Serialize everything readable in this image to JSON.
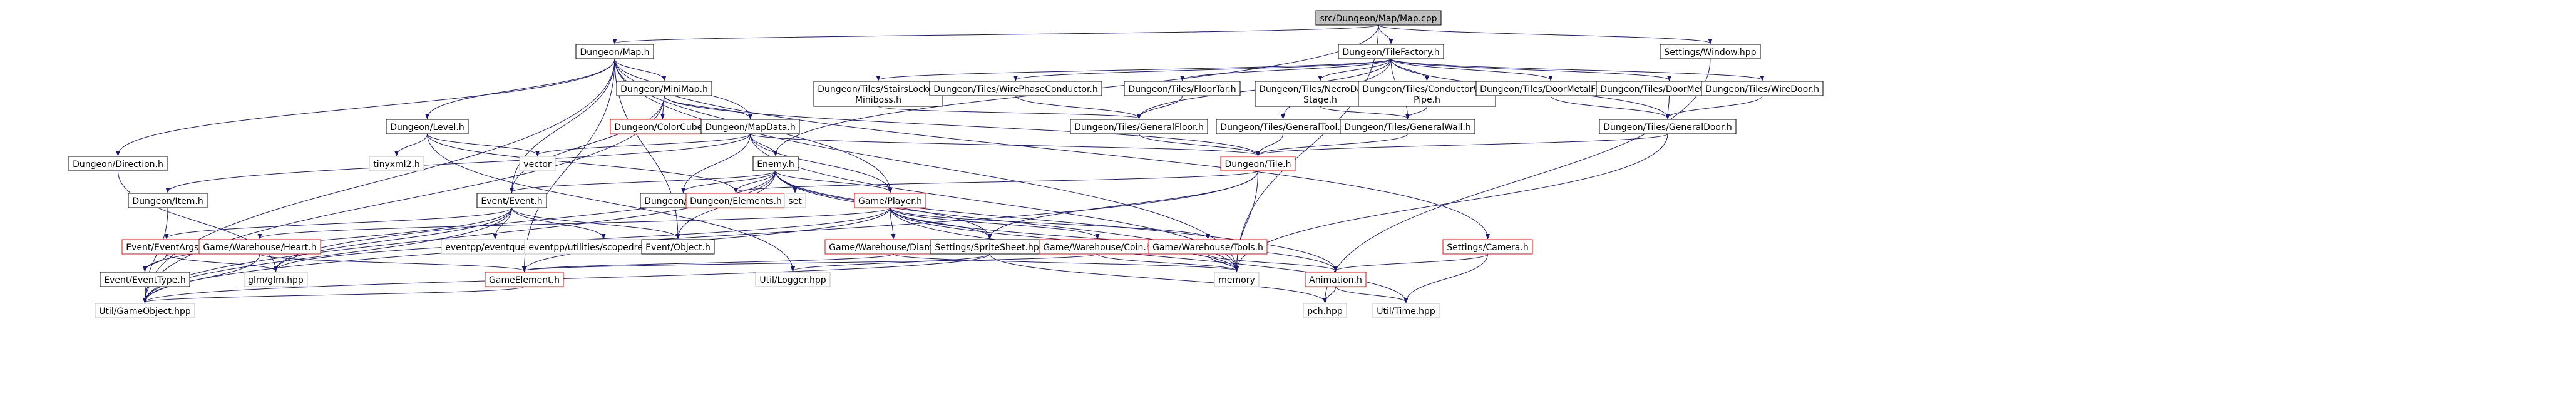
{
  "nodes": [
    {
      "id": "root",
      "label": "src/Dungeon/Map/Map.cpp",
      "style": "root"
    },
    {
      "id": "map_h",
      "label": "Dungeon/Map.h",
      "style": "link"
    },
    {
      "id": "tilefactory",
      "label": "Dungeon/TileFactory.h",
      "style": "link"
    },
    {
      "id": "window",
      "label": "Settings/Window.hpp",
      "style": "link"
    },
    {
      "id": "stairs",
      "label": [
        "Dungeon/Tiles/StairsLocked",
        "Miniboss.h"
      ],
      "style": "link"
    },
    {
      "id": "wirephase",
      "label": "Dungeon/Tiles/WirePhaseConductor.h",
      "style": "link"
    },
    {
      "id": "floortar",
      "label": "Dungeon/Tiles/FloorTar.h",
      "style": "link"
    },
    {
      "id": "necro",
      "label": [
        "Dungeon/Tiles/NecroDancer",
        "Stage.h"
      ],
      "style": "link"
    },
    {
      "id": "condwall",
      "label": [
        "Dungeon/Tiles/ConductorWall",
        "Pipe.h"
      ],
      "style": "link"
    },
    {
      "id": "doorfront",
      "label": "Dungeon/Tiles/DoorMetalFront.h",
      "style": "link"
    },
    {
      "id": "doorside",
      "label": "Dungeon/Tiles/DoorMetalSide.h",
      "style": "link"
    },
    {
      "id": "wiredoor",
      "label": "Dungeon/Tiles/WireDoor.h",
      "style": "link"
    },
    {
      "id": "minimap",
      "label": "Dungeon/MiniMap.h",
      "style": "link"
    },
    {
      "id": "level",
      "label": "Dungeon/Level.h",
      "style": "link"
    },
    {
      "id": "colorcube",
      "label": "Dungeon/ColorCube.h",
      "style": "red"
    },
    {
      "id": "mapdata",
      "label": "Dungeon/MapData.h",
      "style": "link"
    },
    {
      "id": "genfloor",
      "label": "Dungeon/Tiles/GeneralFloor.h",
      "style": "link"
    },
    {
      "id": "gentool",
      "label": "Dungeon/Tiles/GeneralTool.h",
      "style": "link"
    },
    {
      "id": "genwall",
      "label": "Dungeon/Tiles/GeneralWall.h",
      "style": "link"
    },
    {
      "id": "gendoor",
      "label": "Dungeon/Tiles/GeneralDoor.h",
      "style": "link"
    },
    {
      "id": "direction",
      "label": "Dungeon/Direction.h",
      "style": "link"
    },
    {
      "id": "tinyxml",
      "label": "tinyxml2.h",
      "style": "gray"
    },
    {
      "id": "vector",
      "label": "vector",
      "style": "gray"
    },
    {
      "id": "enemy",
      "label": "Enemy.h",
      "style": "link"
    },
    {
      "id": "tile",
      "label": "Dungeon/Tile.h",
      "style": "red"
    },
    {
      "id": "item",
      "label": "Dungeon/Item.h",
      "style": "link"
    },
    {
      "id": "event",
      "label": "Event/Event.h",
      "style": "link"
    },
    {
      "id": "emfed",
      "label": "Dungeon/EMfed.h",
      "style": "link"
    },
    {
      "id": "elements",
      "label": "Dungeon/Elements.h",
      "style": "red"
    },
    {
      "id": "set",
      "label": "set",
      "style": "gray"
    },
    {
      "id": "player",
      "label": "Game/Player.h",
      "style": "red"
    },
    {
      "id": "eventargs",
      "label": "Event/EventArgs.h",
      "style": "red"
    },
    {
      "id": "eventqueue",
      "label": "eventpp/eventqueue.h",
      "style": "gray"
    },
    {
      "id": "scopedremover",
      "label": "eventpp/utilities/scopedremover.h",
      "style": "gray"
    },
    {
      "id": "object",
      "label": "Event/Object.h",
      "style": "link"
    },
    {
      "id": "heart",
      "label": "Game/Warehouse/Heart.h",
      "style": "red"
    },
    {
      "id": "diamond",
      "label": "Game/Warehouse/Diamond.h",
      "style": "red"
    },
    {
      "id": "spritesheet",
      "label": "Settings/SpriteSheet.hpp",
      "style": "link"
    },
    {
      "id": "coin",
      "label": "Game/Warehouse/Coin.h",
      "style": "red"
    },
    {
      "id": "tools",
      "label": "Game/Warehouse/Tools.h",
      "style": "red"
    },
    {
      "id": "camera",
      "label": "Settings/Camera.h",
      "style": "red"
    },
    {
      "id": "eventtype",
      "label": "Event/EventType.h",
      "style": "link"
    },
    {
      "id": "glm",
      "label": "glm/glm.hpp",
      "style": "gray"
    },
    {
      "id": "logger",
      "label": "Util/Logger.hpp",
      "style": "gray"
    },
    {
      "id": "gameelement",
      "label": "GameElement.h",
      "style": "red"
    },
    {
      "id": "memory",
      "label": "memory",
      "style": "gray"
    },
    {
      "id": "animation",
      "label": "Animation.h",
      "style": "red"
    },
    {
      "id": "gameobject",
      "label": "Util/GameObject.hpp",
      "style": "gray"
    },
    {
      "id": "pch",
      "label": "pch.hpp",
      "style": "gray"
    },
    {
      "id": "time",
      "label": "Util/Time.hpp",
      "style": "gray"
    }
  ],
  "edges": [
    [
      "root",
      "map_h"
    ],
    [
      "root",
      "tilefactory"
    ],
    [
      "root",
      "window"
    ],
    [
      "root",
      "enemy"
    ],
    [
      "root",
      "memory"
    ],
    [
      "map_h",
      "minimap"
    ],
    [
      "map_h",
      "level"
    ],
    [
      "map_h",
      "mapdata"
    ],
    [
      "map_h",
      "direction"
    ],
    [
      "map_h",
      "event"
    ],
    [
      "map_h",
      "player"
    ],
    [
      "map_h",
      "object"
    ],
    [
      "map_h",
      "gameelement"
    ],
    [
      "map_h",
      "gameobject"
    ],
    [
      "map_h",
      "memory"
    ],
    [
      "map_h",
      "camera"
    ],
    [
      "tilefactory",
      "stairs"
    ],
    [
      "tilefactory",
      "wirephase"
    ],
    [
      "tilefactory",
      "floortar"
    ],
    [
      "tilefactory",
      "necro"
    ],
    [
      "tilefactory",
      "condwall"
    ],
    [
      "tilefactory",
      "doorfront"
    ],
    [
      "tilefactory",
      "doorside"
    ],
    [
      "tilefactory",
      "wiredoor"
    ],
    [
      "tilefactory",
      "genfloor"
    ],
    [
      "tilefactory",
      "gentool"
    ],
    [
      "tilefactory",
      "genwall"
    ],
    [
      "tilefactory",
      "gendoor"
    ],
    [
      "window",
      "pch"
    ],
    [
      "stairs",
      "genfloor"
    ],
    [
      "wirephase",
      "genfloor"
    ],
    [
      "floortar",
      "genfloor"
    ],
    [
      "necro",
      "genwall"
    ],
    [
      "condwall",
      "genwall"
    ],
    [
      "doorfront",
      "gendoor"
    ],
    [
      "doorside",
      "gendoor"
    ],
    [
      "wiredoor",
      "gendoor"
    ],
    [
      "genfloor",
      "tile"
    ],
    [
      "gentool",
      "tile"
    ],
    [
      "genwall",
      "tile"
    ],
    [
      "gendoor",
      "tile"
    ],
    [
      "gendoor",
      "memory"
    ],
    [
      "minimap",
      "colorcube"
    ],
    [
      "minimap",
      "mapdata"
    ],
    [
      "minimap",
      "tile"
    ],
    [
      "minimap",
      "event"
    ],
    [
      "minimap",
      "gameobject"
    ],
    [
      "level",
      "tinyxml"
    ],
    [
      "level",
      "vector"
    ],
    [
      "level",
      "elements"
    ],
    [
      "level",
      "logger"
    ],
    [
      "mapdata",
      "vector"
    ],
    [
      "mapdata",
      "enemy"
    ],
    [
      "mapdata",
      "tile"
    ],
    [
      "mapdata",
      "item"
    ],
    [
      "mapdata",
      "emfed"
    ],
    [
      "mapdata",
      "player"
    ],
    [
      "mapdata",
      "memory"
    ],
    [
      "direction",
      "glm"
    ],
    [
      "enemy",
      "event"
    ],
    [
      "enemy",
      "emfed"
    ],
    [
      "enemy",
      "elements"
    ],
    [
      "enemy",
      "set"
    ],
    [
      "enemy",
      "player"
    ],
    [
      "enemy",
      "spritesheet"
    ],
    [
      "enemy",
      "object"
    ],
    [
      "enemy",
      "animation"
    ],
    [
      "enemy",
      "memory"
    ],
    [
      "enemy",
      "gameobject"
    ],
    [
      "enemy",
      "glm"
    ],
    [
      "tile",
      "elements"
    ],
    [
      "tile",
      "spritesheet"
    ],
    [
      "tile",
      "memory"
    ],
    [
      "tile",
      "gameobject"
    ],
    [
      "item",
      "gameobject"
    ],
    [
      "event",
      "eventargs"
    ],
    [
      "event",
      "eventqueue"
    ],
    [
      "event",
      "scopedremover"
    ],
    [
      "event",
      "object"
    ],
    [
      "event",
      "eventtype"
    ],
    [
      "event",
      "glm"
    ],
    [
      "event",
      "gameobject"
    ],
    [
      "player",
      "heart"
    ],
    [
      "player",
      "diamond"
    ],
    [
      "player",
      "spritesheet"
    ],
    [
      "player",
      "coin"
    ],
    [
      "player",
      "tools"
    ],
    [
      "player",
      "animation"
    ],
    [
      "player",
      "gameelement"
    ],
    [
      "player",
      "memory"
    ],
    [
      "player",
      "glm"
    ],
    [
      "player",
      "time"
    ],
    [
      "eventargs",
      "eventtype"
    ],
    [
      "eventargs",
      "glm"
    ],
    [
      "heart",
      "gameelement"
    ],
    [
      "heart",
      "gameobject"
    ],
    [
      "diamond",
      "gameelement"
    ],
    [
      "diamond",
      "memory"
    ],
    [
      "spritesheet",
      "logger"
    ],
    [
      "spritesheet",
      "gameobject"
    ],
    [
      "spritesheet",
      "pch"
    ],
    [
      "coin",
      "gameelement"
    ],
    [
      "coin",
      "memory"
    ],
    [
      "tools",
      "animation"
    ],
    [
      "tools",
      "memory"
    ],
    [
      "camera",
      "animation"
    ],
    [
      "camera",
      "time"
    ],
    [
      "gameelement",
      "gameobject"
    ],
    [
      "animation",
      "pch"
    ],
    [
      "animation",
      "time"
    ]
  ],
  "colors": {
    "root_fill": "#bfbfbf",
    "node_fill": "#ffffff",
    "node_border": "#000000",
    "red_border": "#ff0000",
    "gray_border": "#bfbfbf",
    "edge": "#191970"
  }
}
